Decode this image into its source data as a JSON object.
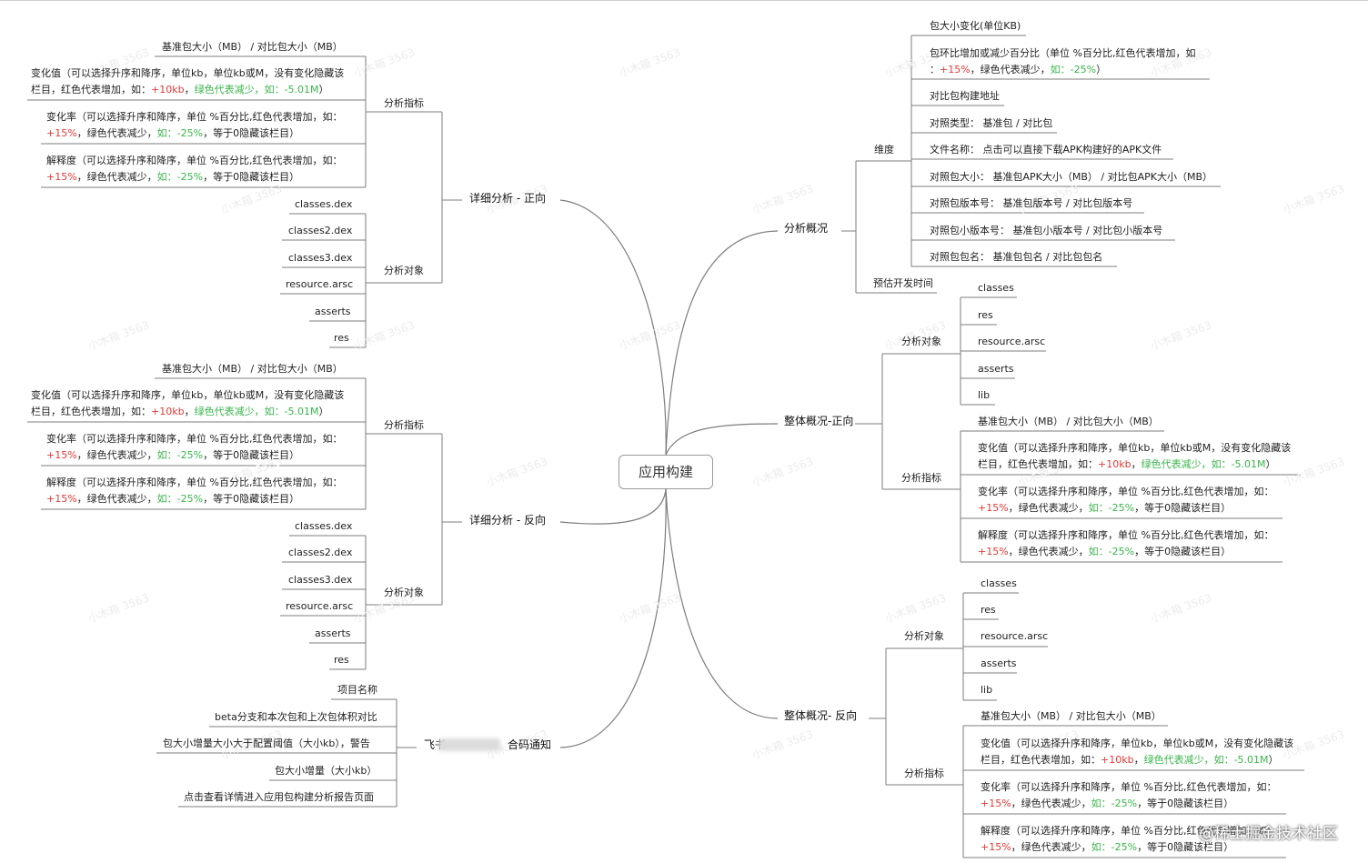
{
  "root": "应用构建",
  "branches": {
    "detail_pos": "详细分析 - 正向",
    "detail_neg": "详细分析 - 反向",
    "notify_suffix": "合码通知",
    "overview": "分析概况",
    "whole_pos": "整体概况-正向",
    "whole_neg": "整体概况- 反向"
  },
  "categories": {
    "metrics": "分析指标",
    "objects": "分析对象",
    "dimension": "维度",
    "est_time": "预估开发时间"
  },
  "texts": {
    "base_cmp": "基准包大小（MB） / 对比包大小（MB）",
    "change_l1": "变化值（可以选择升序和降序，单位kb，单位kb或M，没有变化隐藏该",
    "change_l2_a": "栏目，红色代表增加，如：",
    "change_red": "+10kb",
    "sep": "，",
    "change_green": "绿色代表减少，如：-5.01M",
    "close_paren": "）",
    "rate_l1": "变化率（可以选择升序和降序，单位 %百分比,红色代表增加，如：",
    "red15": "+15%",
    "green_mid": "绿色代表减少，",
    "green_25": "如：-25%",
    "zero_tail": "，等于0隐藏该栏目）",
    "expl_l1": "解释度（可以选择升序和降序，单位 %百分比,红色代表增加，如："
  },
  "objects": [
    "classes.dex",
    "classes2.dex",
    "classes3.dex",
    "resource.arsc",
    "asserts",
    "res"
  ],
  "objects_whole": [
    "classes",
    "res",
    "resource.arsc",
    "asserts",
    "lib"
  ],
  "notify_items": [
    "项目名称",
    "beta分支和本次包和上次包体积对比",
    "包大小增量大小大于配置阈值（大小kb），警告",
    "包大小增量（大小kb）",
    "点击查看详情进入应用包构建分析报告页面"
  ],
  "dimension_items": {
    "size_kb": "包大小变化(单位KB)",
    "pct_l1": "包环比增加或减少百分比（单位 %百分比,红色代表增加，如",
    "pct_prefix": "：",
    "pct_red": "+15%",
    "pct_green_mid": "，绿色代表减少，",
    "pct_green": "如：-25%",
    "pct_close": "）",
    "addr": "对比包构建地址",
    "type": "对照类型：  基准包 / 对比包",
    "file": "文件名称：  点击可以直接下载APK构建好的APK文件",
    "size": "对照包大小：  基准包APK大小（MB） / 对比包APK大小（MB）",
    "ver": "对照包版本号：  基准包版本号 / 对比包版本号",
    "minor": "对照包小版本号：  基准包小版本号 / 对比包小版本号",
    "pkg": "对照包包名：  基准包包名  /  对比包包名"
  },
  "watermark": "小木箱 3563",
  "brand": "@稀土掘金技术社区",
  "colors": {
    "line": "#7d7d7d",
    "red": "#e53935",
    "green": "#39b54a"
  }
}
